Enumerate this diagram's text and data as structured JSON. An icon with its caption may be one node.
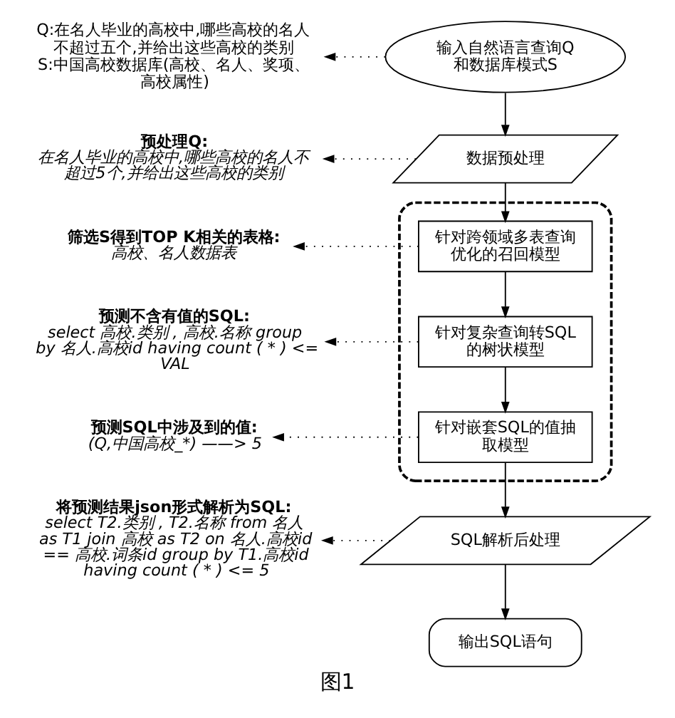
{
  "diagram": {
    "caption": "图1",
    "nodes": [
      {
        "text": [
          "Q:在名人毕业的高校中,哪些高校的名人不超过五个,并给出这些高校的类别",
          "S:中国高校数据库(高校、名人、奖项、高校属性)"
        ]
      },
      {
        "text": [
          "预处理Q:",
          "在名人毕业的高校中,哪些高校的名人不超过5个,并给出这些高校的类别"
        ]
      },
      {
        "text": [
          "筛选S得到TOP K相关的表格:",
          "高校、名人数据表"
        ]
      },
      {
        "text": [
          "预测不含有值的SQL:",
          "select 高校.类别 , 高校.名称 group by 名人.高校id having count ( * ) <= VAL"
        ]
      },
      {
        "text": [
          "预测SQL中涉及到的值:",
          "(Q,中国高校_*) ——> 5"
        ]
      },
      {
        "text": [
          "将预测结果json形式解析为SQL:",
          "select T2.类别 , T2.名称 from 名人 as T1 join 高校 as T2 on 名人.高校id == 高校.词条id group by T1.高校id having count ( * ) <= 5"
        ]
      },
      {
        "text": [
          "输入自然语言查询Q和数据库模式S"
        ]
      },
      {
        "text": [
          "数据预处理"
        ]
      },
      {
        "text": [],
        "shape": "box"
      },
      {
        "text": [
          "针对跨领域多表查询优化的召回模型"
        ],
        "in": 8
      },
      {
        "text": [
          "针对复杂查询转SQL的树状模型"
        ],
        "in": 8
      },
      {
        "text": [
          "针对嵌套SQL的值抽取模型"
        ],
        "in": 8
      },
      {
        "text": [
          "SQL解析后处理"
        ]
      },
      {
        "text": [
          "输出SQL语句"
        ]
      }
    ],
    "edges": [
      {
        "from": 6,
        "to": 7,
        "arrow": "to"
      },
      {
        "from": 7,
        "to": 9,
        "arrow": "to"
      },
      {
        "from": 9,
        "to": 10,
        "arrow": "to"
      },
      {
        "from": 10,
        "to": 11,
        "arrow": "to"
      },
      {
        "from": 11,
        "to": 12,
        "arrow": "to"
      },
      {
        "from": 12,
        "to": 13,
        "arrow": "to"
      },
      {
        "from": 6,
        "to": 0,
        "arrow": "to",
        "style": "dashed"
      },
      {
        "from": 7,
        "to": 1,
        "arrow": "to",
        "style": "dashed"
      },
      {
        "from": 9,
        "to": 2,
        "arrow": "to",
        "style": "dashed"
      },
      {
        "from": 10,
        "to": 3,
        "arrow": "to",
        "style": "dashed"
      },
      {
        "from": 11,
        "to": 4,
        "arrow": "to",
        "style": "dashed"
      },
      {
        "from": 12,
        "to": 5,
        "arrow": "to",
        "style": "dashed"
      }
    ]
  }
}
